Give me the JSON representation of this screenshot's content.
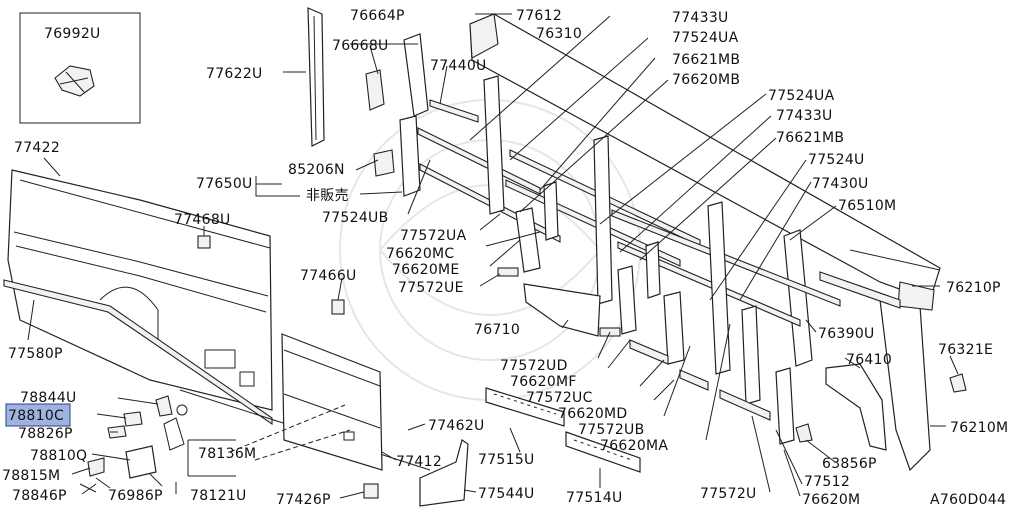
{
  "diagram_code": "A760D044",
  "labels": {
    "l76992U": "76992U",
    "l77422": "77422",
    "l77468U": "77468U",
    "l77466U": "77466U",
    "l77580P": "77580P",
    "l77622U": "77622U",
    "l76664P": "76664P",
    "l76668U": "76668U",
    "l77612": "77612",
    "l76310": "76310",
    "l77440U": "77440U",
    "l77650U": "77650U",
    "l85206N": "85206N",
    "lhihanbai": "非販売",
    "l77524UB": "77524UB",
    "l77572UA": "77572UA",
    "l76620MC": "76620MC",
    "l76620ME": "76620ME",
    "l77572UE": "77572UE",
    "l76710": "76710",
    "l77572UD": "77572UD",
    "l76620MF": "76620MF",
    "l77572UC": "77572UC",
    "l76620MD": "76620MD",
    "l77572UB": "77572UB",
    "l76620MA": "76620MA",
    "l77433U_a": "77433U",
    "l77524UA_a": "77524UA",
    "l76621MB_a": "76621MB",
    "l76620MB": "76620MB",
    "l77524UA_b": "77524UA",
    "l77433U_b": "77433U",
    "l76621MB_b": "76621MB",
    "l77524U": "77524U",
    "l77430U": "77430U",
    "l76510M": "76510M",
    "l76210P": "76210P",
    "l76390U": "76390U",
    "l76410": "76410",
    "l76321E": "76321E",
    "l76210M": "76210M",
    "l63856P": "63856P",
    "l77512": "77512",
    "l77572U": "77572U",
    "l76620M": "76620M",
    "l77515U": "77515U",
    "l77514U": "77514U",
    "l77544U": "77544U",
    "l77462U": "77462U",
    "l77412": "77412",
    "l77426P": "77426P",
    "l78136M": "78136M",
    "l78121U": "78121U",
    "l76986P": "76986P",
    "l78844U": "78844U",
    "l78810C": "78810C",
    "l78826P": "78826P",
    "l78810Q": "78810Q",
    "l78815M": "78815M",
    "l78846P": "78846P"
  }
}
